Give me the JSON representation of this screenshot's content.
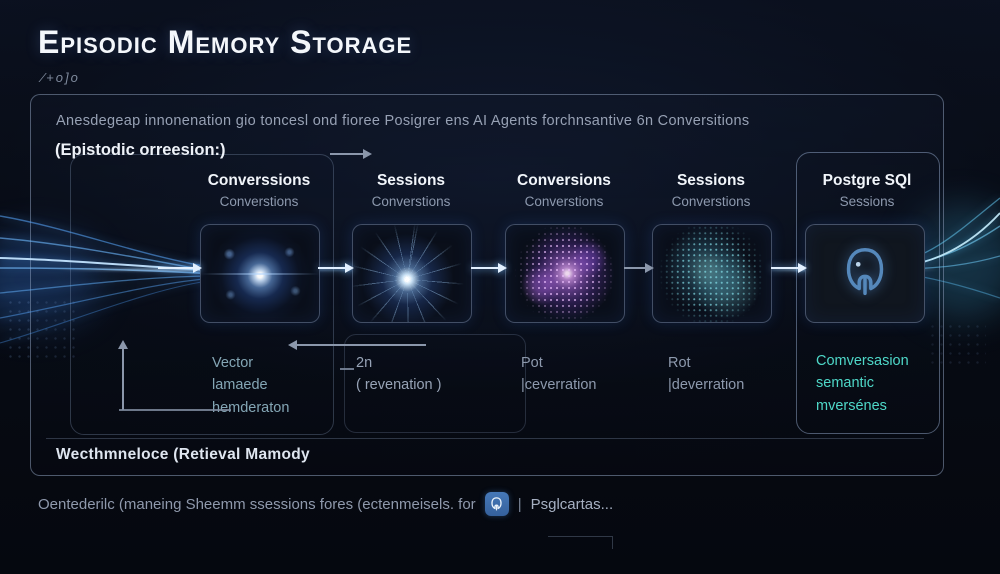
{
  "header": {
    "title": "Episodic Memory Storage",
    "scribble": "⁄+o]o"
  },
  "panel": {
    "intro": "Anesdegeap innonenation gio toncesl ond fioree Posigrer ens AI Agents forchnsantive 6n Conversitions",
    "section_label": "(Epistodic orreesion:)",
    "nodes": [
      {
        "title": "Converssions",
        "subtitle": "Converstions",
        "image": "glow-network-sphere",
        "caption_lines": [
          "Vector",
          "lamaede",
          "hemderaton"
        ]
      },
      {
        "title": "Sessions",
        "subtitle": "Converstions",
        "image": "light-burst",
        "caption_lines": [
          "2n",
          "( revenation )"
        ]
      },
      {
        "title": "Conversions",
        "subtitle": "Converstions",
        "image": "purple-particle-cloud",
        "caption_lines": [
          "Pot",
          "|ceverration"
        ]
      },
      {
        "title": "Sessions",
        "subtitle": "Converstions",
        "image": "teal-particle-cloud",
        "caption_lines": [
          "Rot",
          "|deverration"
        ]
      },
      {
        "title": "Postgre SQl",
        "subtitle": "Sessions",
        "image": "postgresql-elephant-logo",
        "caption_lines": [
          "Comversasion",
          "semantic",
          "mversénes"
        ]
      }
    ],
    "footer_label": "Wecthmneloce (Retieval Mamody"
  },
  "footer": {
    "caption": "Oentederilc (maneing Sheemm ssessions fores (ectenmeisels.  for",
    "separator": "|",
    "brand": "Psglcartas..."
  },
  "colors": {
    "accent_teal": "#4ed8c8",
    "arrow_bright": "#e2f0ff",
    "postgres_blue": "#5588bb",
    "background": "#070b14"
  }
}
